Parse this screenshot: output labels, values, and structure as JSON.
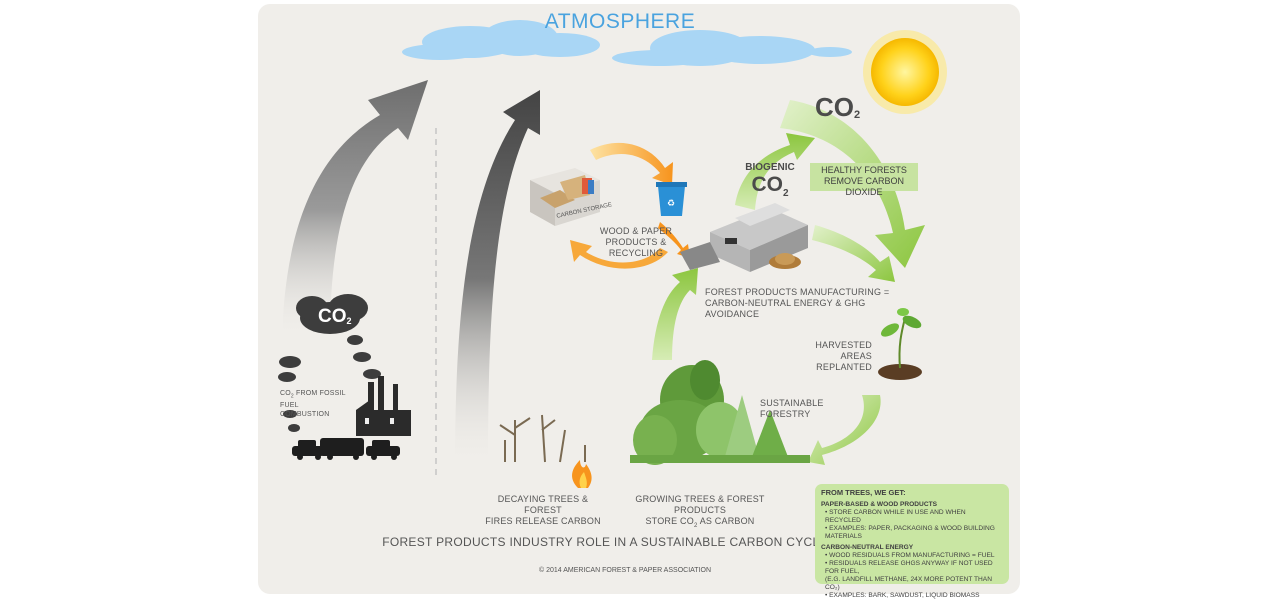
{
  "atmosphere": "ATMOSPHERE",
  "co2_top": {
    "main": "CO",
    "sub": "2"
  },
  "co2_fossil": {
    "main": "CO",
    "sub": "2"
  },
  "biogenic": {
    "line1": "BIOGENIC",
    "main": "CO",
    "sub": "2"
  },
  "healthy_forests": [
    "HEALTHY FORESTS",
    "REMOVE CARBON DIOXIDE"
  ],
  "carbon_storage": "CARBON STORAGE",
  "wood_paper": [
    "WOOD & PAPER",
    "PRODUCTS & RECYCLING"
  ],
  "manufacturing": [
    "FOREST PRODUCTS MANUFACTURING =",
    "CARBON-NEUTRAL ENERGY & GHG AVOIDANCE"
  ],
  "harvested": [
    "HARVESTED AREAS",
    "REPLANTED"
  ],
  "sustainable": "SUSTAINABLE FORESTRY",
  "fossil": {
    "line1_main": "CO",
    "line1_sub": "2",
    "line1_rest": " FROM FOSSIL FUEL",
    "line2": "COMBUSTION"
  },
  "decaying": [
    "DECAYING TREES  & FOREST",
    "FIRES RELEASE CARBON"
  ],
  "growing": {
    "line1": "GROWING TREES & FOREST PRODUCTS",
    "line2_a": "STORE CO",
    "line2_sub": "2",
    "line2_b": " AS CARBON"
  },
  "title": "FOREST PRODUCTS INDUSTRY ROLE IN A SUSTAINABLE CARBON CYCLE",
  "copyright": "© 2014 AMERICAN FOREST & PAPER ASSOCIATION",
  "box": {
    "heading": "FROM TREES, WE GET:",
    "sec1": "PAPER-BASED & WOOD PRODUCTS",
    "sec1_items": [
      "• STORE CARBON WHILE IN USE AND WHEN RECYCLED",
      "• EXAMPLES: PAPER, PACKAGING & WOOD BUILDING MATERIALS"
    ],
    "sec2": "CARBON-NEUTRAL ENERGY",
    "sec2_items": [
      "• WOOD RESIDUALS FROM MANUFACTURING = FUEL",
      "• RESIDUALS RELEASE GHGs ANYWAY IF NOT USED FOR FUEL,",
      "  (E.G. LANDFILL METHANE, 24X MORE POTENT THAN CO₂)",
      "• EXAMPLES: BARK, SAWDUST, LIQUID BIOMASS"
    ]
  },
  "colors": {
    "sky": "#4aa3df",
    "green": "#8cc63f",
    "orange": "#f7941d",
    "gray": "#555555",
    "panel": "#f0eeea"
  }
}
